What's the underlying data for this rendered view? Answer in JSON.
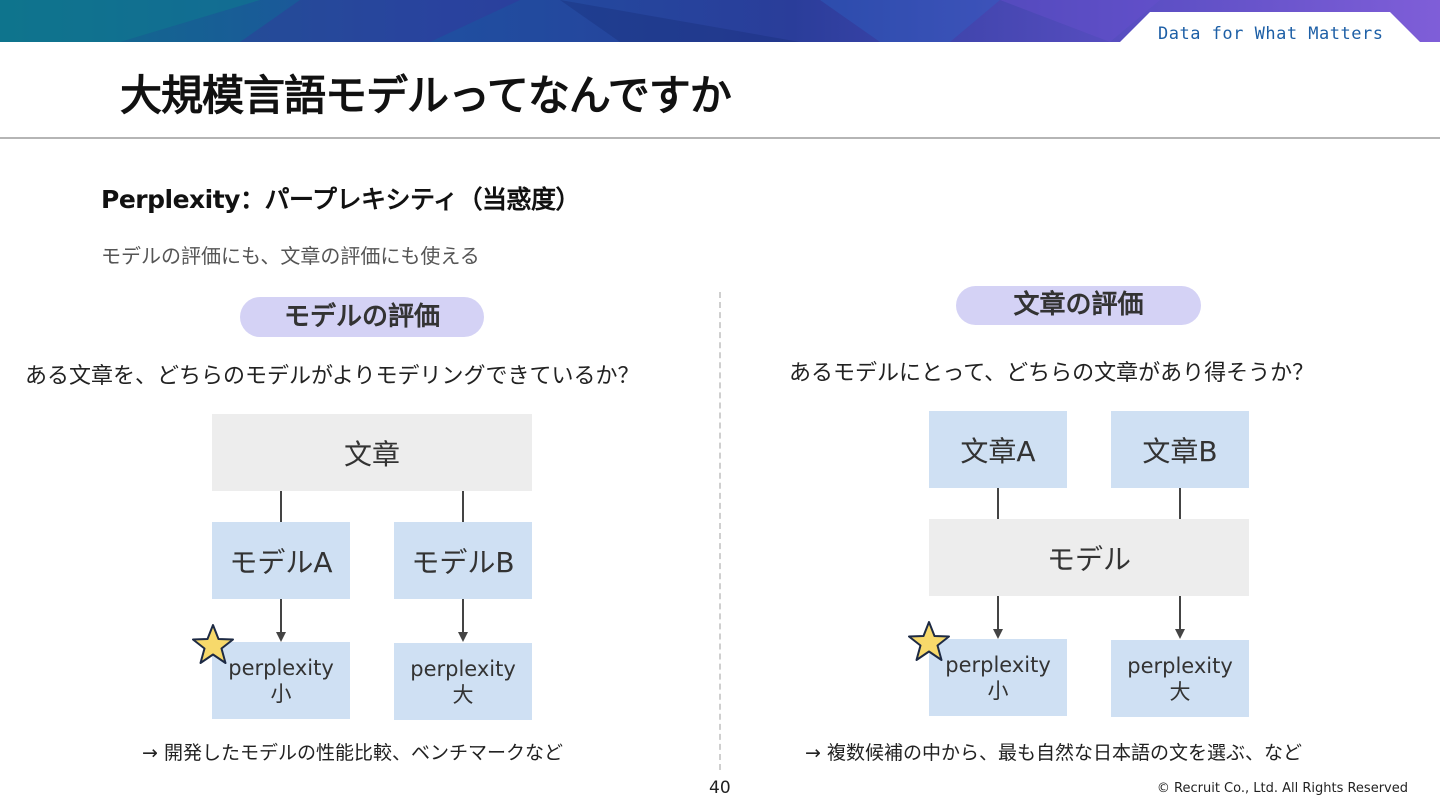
{
  "header": {
    "tagline": "Data for What Matters",
    "title": "大規模言語モデルってなんですか"
  },
  "subtitle": "Perplexity：パープレキシティ（当惑度）",
  "description": "モデルの評価にも、文章の評価にも使える",
  "left": {
    "heading": "モデルの評価",
    "question": "ある文章を、どちらのモデルがよりモデリングできているか？",
    "top_box": "文章",
    "model_a": "モデルA",
    "model_b": "モデルB",
    "result_a": {
      "line1": "perplexity",
      "line2": "小"
    },
    "result_b": {
      "line1": "perplexity",
      "line2": "大"
    },
    "note": "→ 開発したモデルの性能比較、ベンチマークなど"
  },
  "right": {
    "heading": "文章の評価",
    "question": "あるモデルにとって、どちらの文章があり得そうか？",
    "sentence_a": "文章A",
    "sentence_b": "文章B",
    "model_box": "モデル",
    "result_a": {
      "line1": "perplexity",
      "line2": "小"
    },
    "result_b": {
      "line1": "perplexity",
      "line2": "大"
    },
    "note": "→ 複数候補の中から、最も自然な日本語の文を選ぶ、など"
  },
  "footer": {
    "page_number": "40",
    "copyright": "© Recruit Co., Ltd. All Rights Reserved"
  },
  "colors": {
    "pill": "#d4d2f5",
    "box_gray": "#ededed",
    "box_blue": "#cfe0f3",
    "star_fill": "#f7d96b",
    "banner_dark": "#1b3a8a",
    "banner_accent": "#7a5bd6"
  }
}
